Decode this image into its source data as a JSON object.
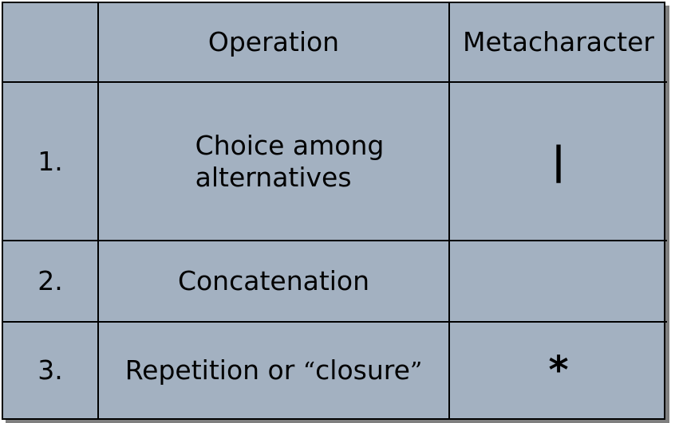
{
  "table": {
    "header": {
      "number": "",
      "operation": "Operation",
      "metacharacter": "Metacharacter"
    },
    "rows": [
      {
        "number": "1.",
        "operation_line1": "Choice among",
        "operation_line2": "alternatives",
        "metacharacter": "|"
      },
      {
        "number": "2.",
        "operation": "Concatenation",
        "metacharacter": ""
      },
      {
        "number": "3.",
        "operation_prefix": "Repetition or ",
        "open_quote": "“",
        "operation_quoted": "closure",
        "close_quote": "”",
        "metacharacter": "*"
      }
    ]
  },
  "colors": {
    "cell_background": "#a3b1c1",
    "grid_lines": "#000000",
    "shadow": "#7f7f7f",
    "text": "#000000"
  }
}
